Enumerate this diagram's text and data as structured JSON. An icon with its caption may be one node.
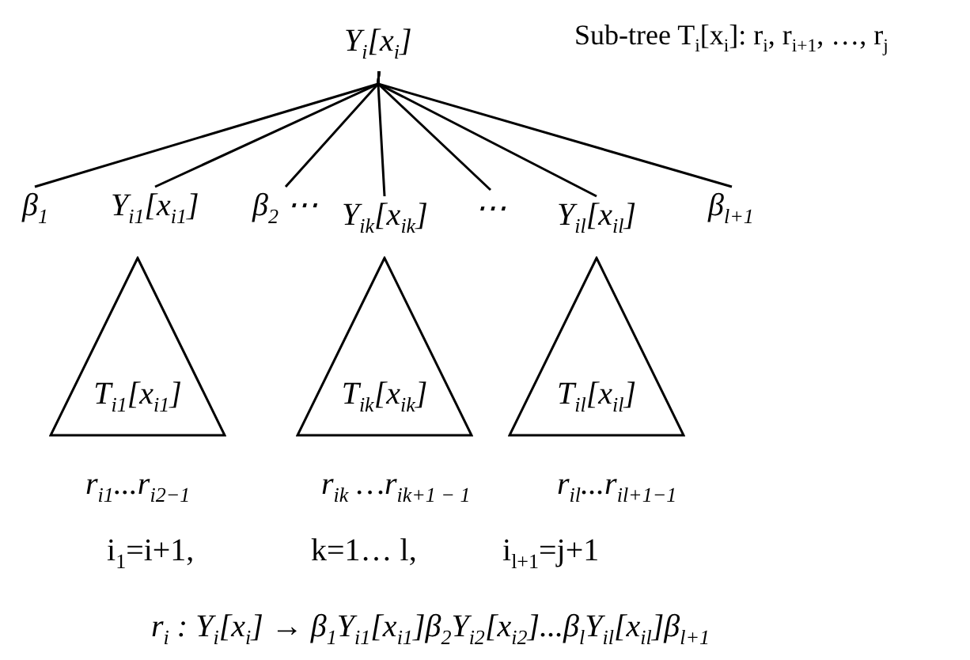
{
  "diagram": {
    "nodes": [
      {
        "text": [
          "Y$_{i}$[x$_{i}$]"
        ]
      },
      {
        "text": [
          "β$_{1}$"
        ]
      },
      {
        "text": [
          "Y$_{i1}$[x$_{i1}$]"
        ]
      },
      {
        "text": [
          "β$_{2}$ ⋯"
        ]
      },
      {
        "text": [
          "Y$_{ik}$[x$_{ik}$]"
        ]
      },
      {
        "text": [
          "⋯"
        ]
      },
      {
        "text": [
          "Y$_{il}$[x$_{il}$]"
        ]
      },
      {
        "text": [
          "β$_{l+1}$"
        ]
      },
      {
        "text": [
          "T$_{i1}$[x$_{i1}$]"
        ],
        "beside": [
          "r$_{i1}$...r$_{i2−1}$"
        ]
      },
      {
        "text": [
          "T$_{ik}$[x$_{ik}$]"
        ],
        "beside": [
          "r$_{ik}$ …r$_{ik+1 − 1}$"
        ]
      },
      {
        "text": [
          "T$_{il}$[x$_{il}$]"
        ],
        "beside": [
          "r$_{il}$...r$_{il+1−1}$"
        ]
      }
    ],
    "edges": [
      {
        "from": 0,
        "to": 1,
        "arrow": "none"
      },
      {
        "from": 0,
        "to": 2,
        "arrow": "none"
      },
      {
        "from": 0,
        "to": 3,
        "arrow": "none"
      },
      {
        "from": 0,
        "to": 4,
        "arrow": "none"
      },
      {
        "from": 0,
        "to": 5,
        "arrow": "none"
      },
      {
        "from": 0,
        "to": 6,
        "arrow": "none"
      },
      {
        "from": 0,
        "to": 7,
        "arrow": "none"
      }
    ],
    "labels": [
      "Sub-tree T$_{i}$[x$_{i}$]: r$_{i}$, r$_{i+1}$, …, r$_{j}$",
      "i$_{1}$=i+1,",
      "k=1… l,",
      "i$_{l+1}$=j+1",
      "r$_{i}$ : Y$_{i}$[x$_{i}$] → β$_{1}$Y$_{i1}$[x$_{i1}$]β$_{2}$Y$_{i2}$[x$_{i2}$]...β$_{l}$Y$_{il}$[x$_{il}$]β$_{l+1}$"
    ]
  }
}
